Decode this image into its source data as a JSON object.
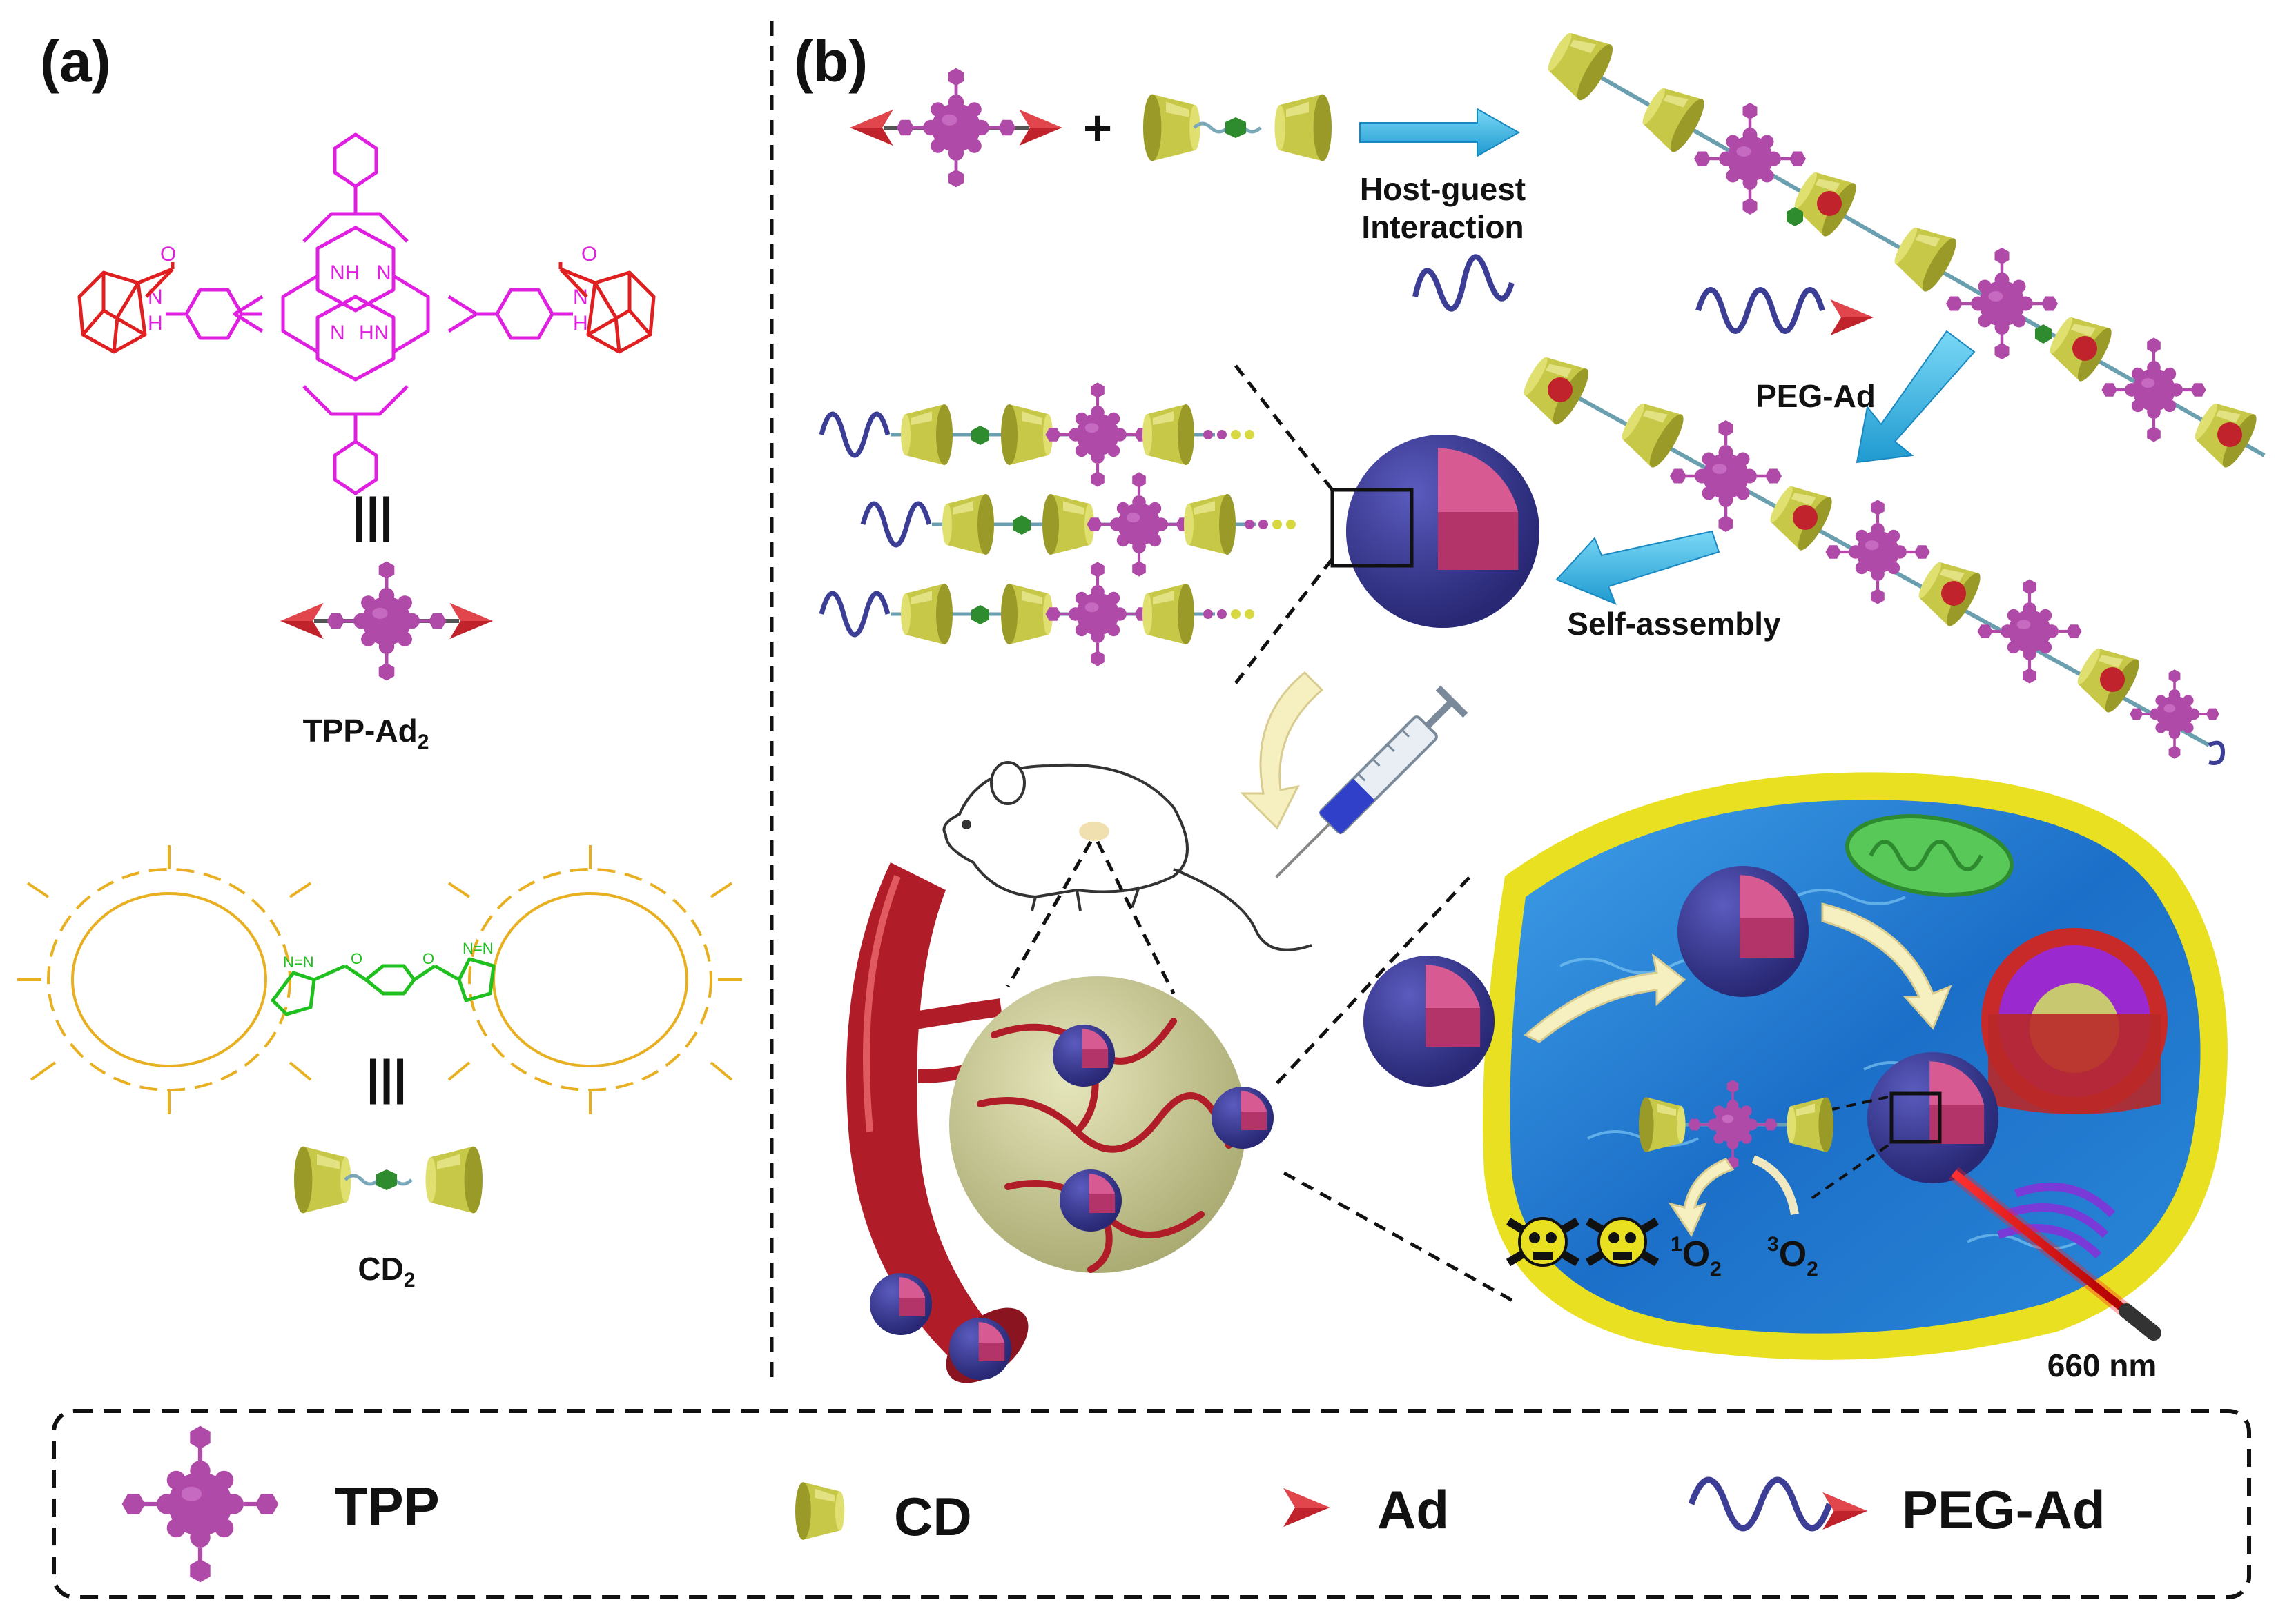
{
  "panels": {
    "a": "(a)",
    "b": "(b)"
  },
  "labels": {
    "tpp_ad2": "TPP-Ad",
    "tpp_ad2_sub": "2",
    "cd2": "CD",
    "cd2_sub": "2",
    "plus": "+",
    "host_guest_1": "Host-guest",
    "host_guest_2": "Interaction",
    "peg_ad": "PEG-Ad",
    "self_assembly": "Self-assembly",
    "wavelength": "660 nm",
    "singlet_sup": "1",
    "singlet_main": "O",
    "singlet_sub": "2",
    "triplet_sup": "3",
    "triplet_main": "O",
    "triplet_sub": "2",
    "identical": "|||"
  },
  "chem": {
    "nh": "NH",
    "hn": "HN",
    "n": "N",
    "h": "H",
    "o": "O",
    "n2n": "N=N"
  },
  "legend": {
    "tpp": "TPP",
    "cd": "CD",
    "ad": "Ad",
    "peg_ad": "PEG-Ad"
  },
  "colors": {
    "tpp": "#b04aa8",
    "tpp_light": "#d35fd0",
    "cd": "#c8c848",
    "cd_dark": "#8c8c20",
    "ad": "#c0232b",
    "peg": "#3c3e96",
    "linker": "#2e8b2e",
    "arrow": "#2fb0e0",
    "nanoparticle": "#3a3a9a",
    "np_inner": "#c03b78",
    "porphyrin": "#e020e0",
    "adamantane": "#e02020",
    "cd_structure": "#e8b020",
    "triazole": "#20c020",
    "vessel": "#b01c28",
    "tumor": "#cfcf98",
    "cell_edge": "#e8e020",
    "cell_water": "#1f78cf"
  }
}
